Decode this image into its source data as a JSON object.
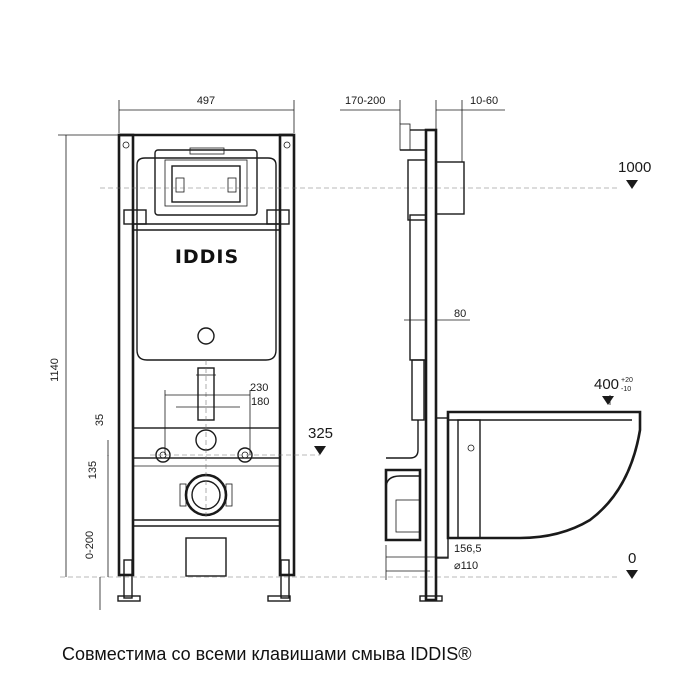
{
  "brand": {
    "logo": "IDDIS"
  },
  "front": {
    "width": "497",
    "height": "1140",
    "axis_230": "230",
    "axis_180": "180",
    "dim_35": "35",
    "dim_135": "135",
    "dim_0_200": "0-200"
  },
  "side": {
    "depth": "170-200",
    "wall": "10-60",
    "d80": "80",
    "d156": "156,5",
    "pipe": "⌀110"
  },
  "levels": {
    "l1000": "1000",
    "l400": "400",
    "l400_tol_plus": "+20",
    "l400_tol_minus": "-10",
    "l325": "325",
    "l0": "0"
  },
  "caption": "Совместима со всеми клавишами смыва IDDIS®"
}
